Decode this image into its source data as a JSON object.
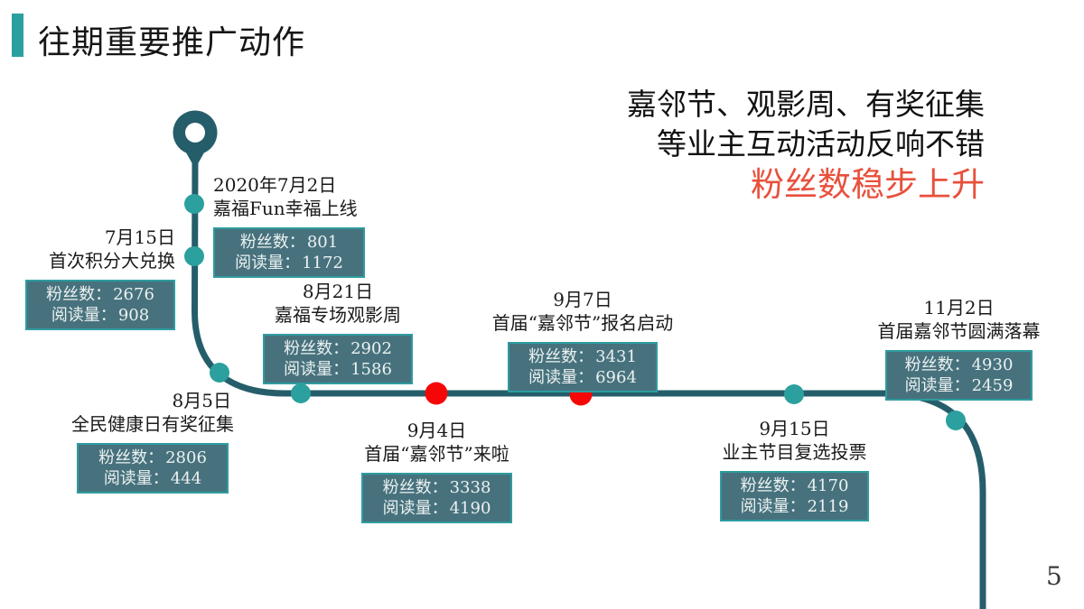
{
  "slide": {
    "title": "往期重要推广动作",
    "page_number": "5"
  },
  "headline": {
    "line1": "嘉邻节、观影周、有奖征集",
    "line2": "等业主互动活动反响不错",
    "line3": "粉丝数稳步上升"
  },
  "labels": {
    "fans": "粉丝数：",
    "reads": "阅读量："
  },
  "events": [
    {
      "date": "2020年7月2日",
      "title": "嘉福Fun幸福上线",
      "fans": "801",
      "reads": "1172",
      "dot_color": "teal"
    },
    {
      "date": "7月15日",
      "title": "首次积分大兑换",
      "fans": "2676",
      "reads": "908",
      "dot_color": "teal"
    },
    {
      "date": "8月21日",
      "title": "嘉福专场观影周",
      "fans": "2902",
      "reads": "1586",
      "dot_color": "teal"
    },
    {
      "date": "8月5日",
      "title": "全民健康日有奖征集",
      "fans": "2806",
      "reads": "444",
      "dot_color": "teal"
    },
    {
      "date": "9月4日",
      "title": "首届“嘉邻节”来啦",
      "fans": "3338",
      "reads": "4190",
      "dot_color": "red"
    },
    {
      "date": "9月7日",
      "title": "首届“嘉邻节”报名启动",
      "fans": "3431",
      "reads": "6964",
      "dot_color": "red"
    },
    {
      "date": "9月15日",
      "title": "业主节目复选投票",
      "fans": "4170",
      "reads": "2119",
      "dot_color": "teal"
    },
    {
      "date": "11月2日",
      "title": "首届嘉邻节圆满落幕",
      "fans": "4930",
      "reads": "2459",
      "dot_color": "teal"
    }
  ],
  "colors": {
    "accent_teal": "#2AA09F",
    "timeline_dark": "#255E6A",
    "dot_teal": "#2BA09E",
    "dot_red": "#F60606",
    "stat_box_fill": "#47727D",
    "stat_box_border": "#2E9C9F",
    "headline_red": "#E8503C"
  }
}
